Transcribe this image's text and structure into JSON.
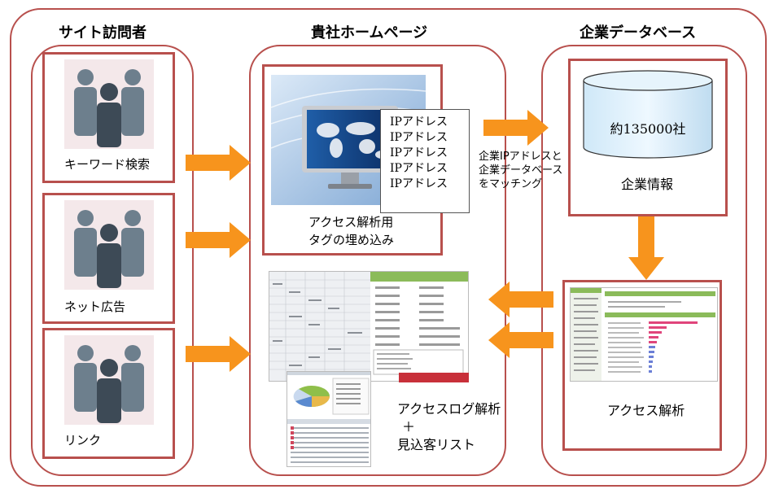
{
  "columns": {
    "visitors": {
      "title": "サイト訪問者"
    },
    "homepage": {
      "title": "貴社ホームページ"
    },
    "database": {
      "title": "企業データベース"
    }
  },
  "visitor_sources": [
    {
      "label": "キーワード検索"
    },
    {
      "label": "ネット広告"
    },
    {
      "label": "リンク"
    }
  ],
  "tag": {
    "ip_list": [
      "IPアドレス",
      "IPアドレス",
      "IPアドレス",
      "IPアドレス",
      "IPアドレス"
    ],
    "caption_line1": "アクセス解析用",
    "caption_line2": "タグの埋め込み"
  },
  "matching": {
    "line1": "企業IPアドレスと",
    "line2": "企業データベース",
    "line3": "をマッチング"
  },
  "database": {
    "count": "約135000社",
    "label": "企業情報"
  },
  "analysis": {
    "label": "アクセス解析"
  },
  "result": {
    "line1": "アクセスログ解析",
    "line2": "＋",
    "line3": "見込客リスト"
  },
  "colors": {
    "border": "#b8504d",
    "arrow": "#f7941d",
    "people": "#6d7f8d"
  }
}
